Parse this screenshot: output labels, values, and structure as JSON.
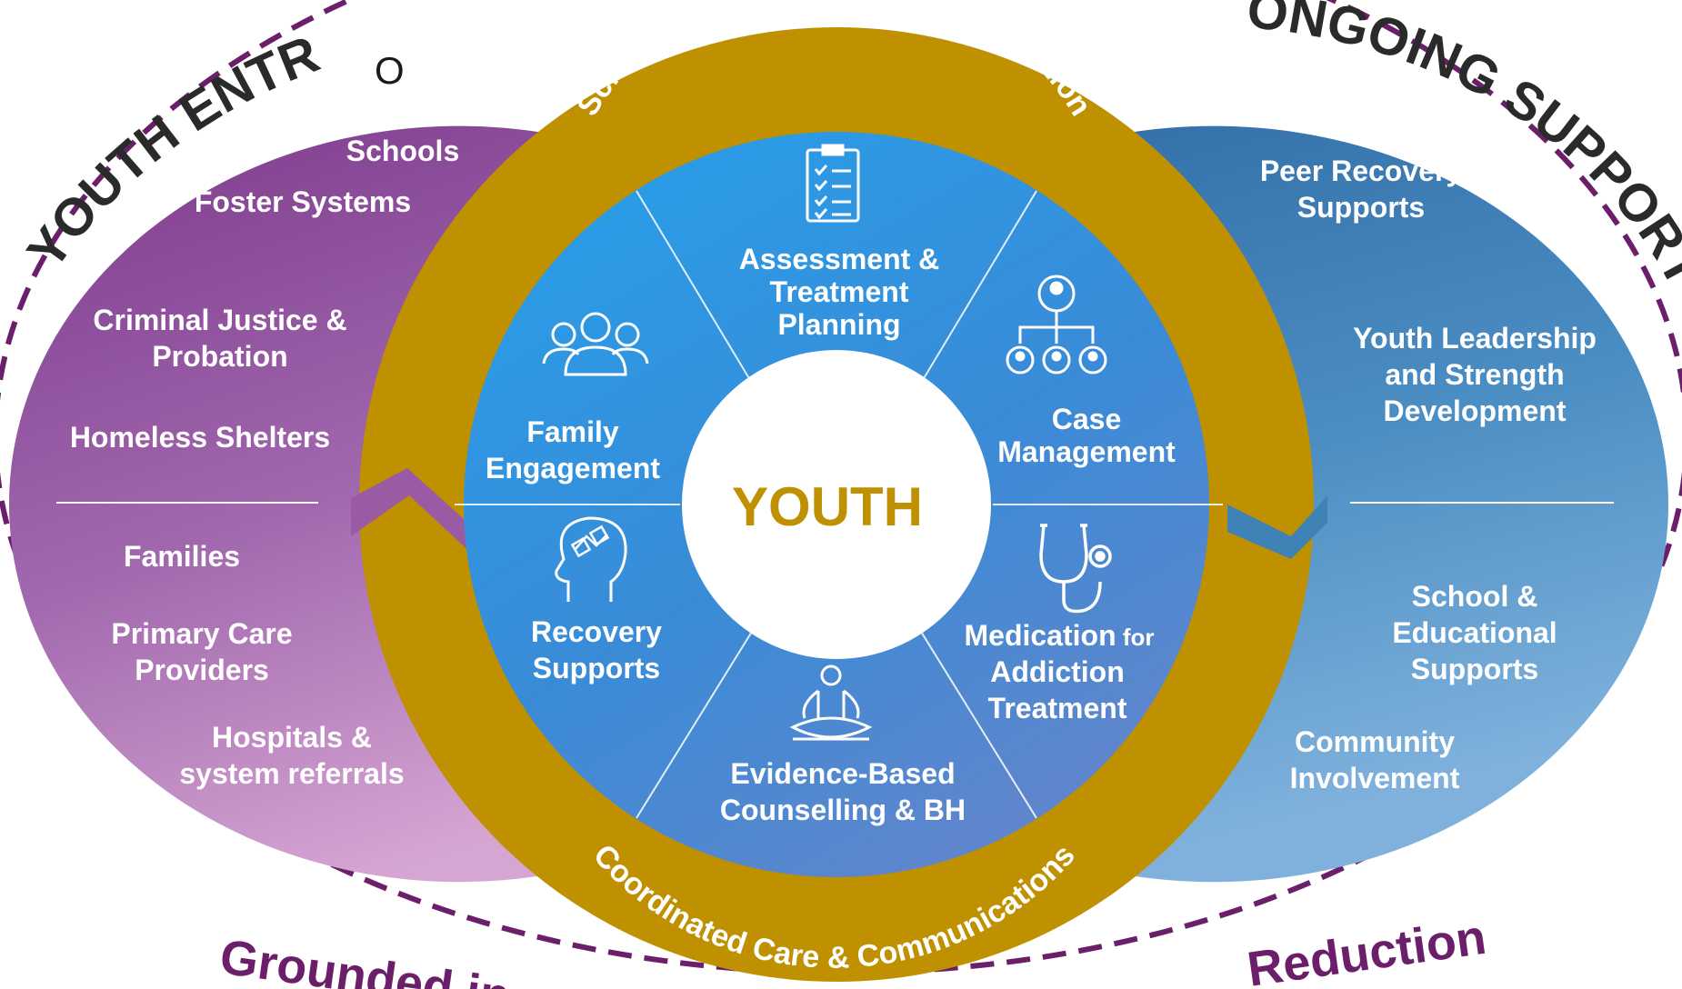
{
  "colors": {
    "left_oval": "#8a4a96",
    "right_oval": "#3f82b6",
    "gold_ring": "#bf9000",
    "inner_blue": "#2f8fd8",
    "youth_text": "#bf9000",
    "dashed": "#6b1f6a"
  },
  "headings": {
    "left": "YOUTH ENTRY",
    "left_extra": "O",
    "right": "ONGOING SUPPORT",
    "bottom_left": "Grounded in",
    "bottom_right": "Reduction"
  },
  "ring": {
    "top": "Screening, Engagement and Navigation",
    "bottom": "Coordinated Care & Communications"
  },
  "center": "YOUTH",
  "left_items": {
    "schools": "Schools",
    "foster": "Foster Systems",
    "criminal_1": "Criminal Justice &",
    "criminal_2": "Probation",
    "homeless": "Homeless Shelters",
    "families": "Families",
    "primary_1": "Primary Care",
    "primary_2": "Providers",
    "hospitals_1": "Hospitals &",
    "hospitals_2": "system referrals"
  },
  "right_items": {
    "peer_1": "Peer Recovery",
    "peer_2": "Supports",
    "leader_1": "Youth Leadership",
    "leader_2": "and  Strength",
    "leader_3": "Development",
    "school_1": "School &",
    "school_2": "Educational",
    "school_3": "Supports",
    "community_1": "Community",
    "community_2": "Involvement"
  },
  "segments": {
    "assessment_1": "Assessment &",
    "assessment_2": "Treatment",
    "assessment_3": "Planning",
    "family_1": "Family",
    "family_2": "Engagement",
    "case_1": "Case",
    "case_2": "Management",
    "recovery_1": "Recovery",
    "recovery_2": "Supports",
    "medication_1": "Medication",
    "medication_for": " for",
    "medication_2": "Addiction",
    "medication_3": "Treatment",
    "ebc_1": "Evidence-Based",
    "ebc_2": "Counselling & BH"
  },
  "icons": {
    "assessment": "checklist-icon",
    "family": "group-icon",
    "case": "org-chart-icon",
    "recovery": "head-puzzle-icon",
    "medication": "stethoscope-icon",
    "counselling": "meditation-icon"
  }
}
